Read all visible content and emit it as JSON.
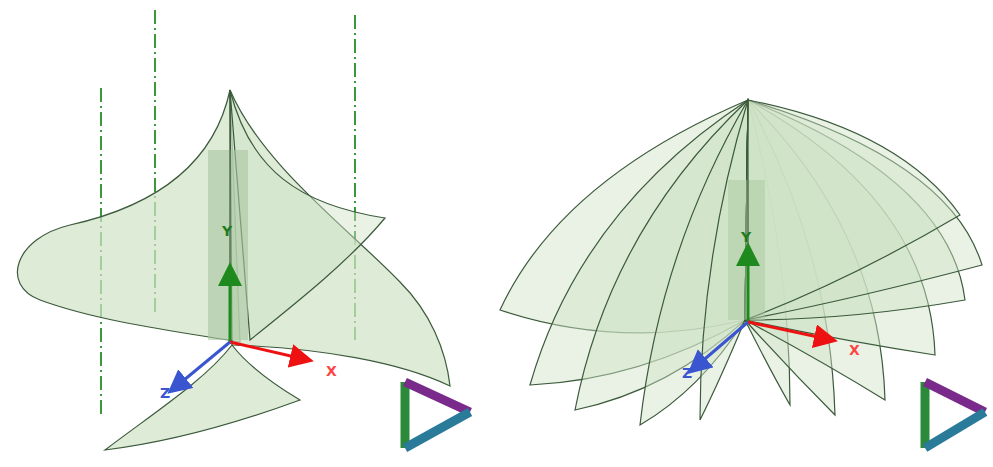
{
  "diagram": {
    "labels": [
      "Y",
      "X",
      "Z",
      "Y",
      "X",
      "Z"
    ]
  }
}
